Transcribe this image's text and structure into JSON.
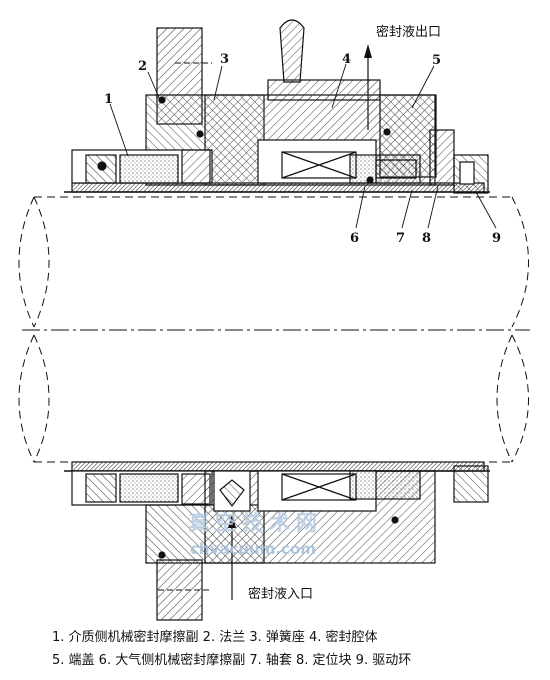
{
  "labels": {
    "n1": "1",
    "n2": "2",
    "n3": "3",
    "n4": "4",
    "n5": "5",
    "n6": "6",
    "n7": "7",
    "n8": "8",
    "n9": "9"
  },
  "ports": {
    "outlet": "密封液出口",
    "inlet": "密封液入口"
  },
  "watermark": {
    "cn": "真空技术网",
    "url": "chvacuum.com"
  },
  "caption": {
    "line1": "1. 介质侧机械密封摩擦副 2. 法兰 3. 弹簧座 4. 密封腔体",
    "line2": "5. 端盖 6. 大气侧机械密封摩擦副 7. 轴套 8. 定位块 9. 驱动环"
  },
  "colors": {
    "line": "#111111",
    "hatch": "#555555",
    "watermark": "#b9cde3"
  }
}
